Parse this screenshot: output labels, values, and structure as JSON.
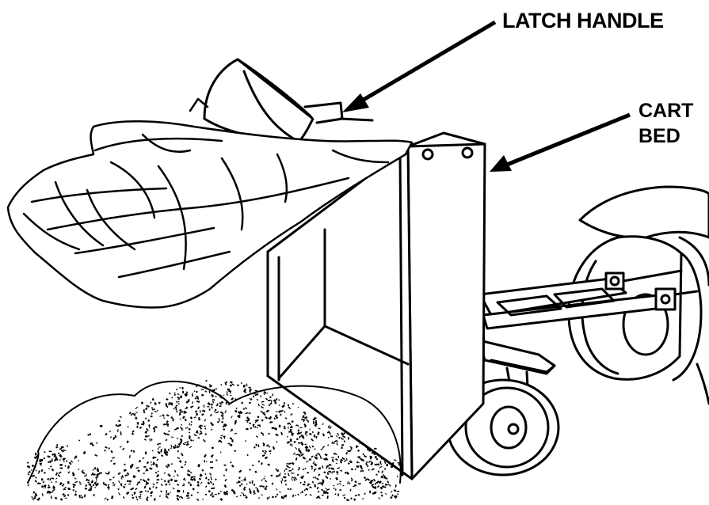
{
  "labels": {
    "latch_handle": "LATCH HANDLE",
    "cart_bed_line1": "CART",
    "cart_bed_line2": "BED"
  }
}
